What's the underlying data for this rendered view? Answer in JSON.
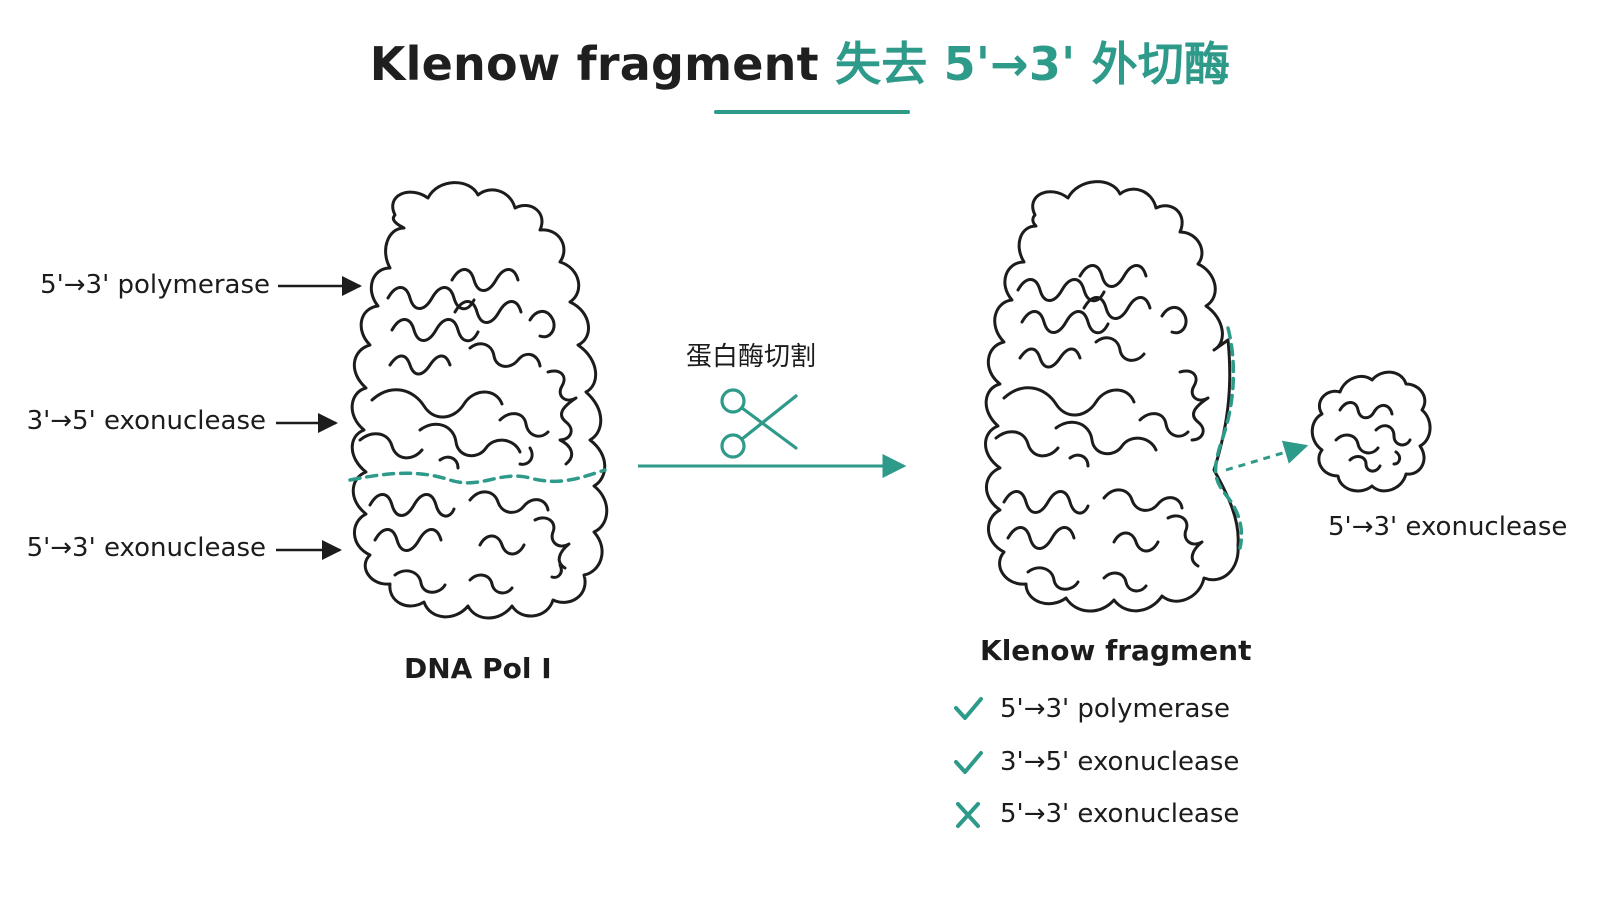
{
  "title": {
    "part1": "Klenow fragment",
    "part2": "失去 5'→3' 外切酶"
  },
  "left_protein": {
    "domains": [
      {
        "label": "5'→3' polymerase"
      },
      {
        "label": "3'→5' exonuclease"
      },
      {
        "label": "5'→3' exonuclease"
      }
    ],
    "caption": "DNA Pol I"
  },
  "process": {
    "label": "蛋白酶切割",
    "icon": "scissors-icon"
  },
  "right_protein": {
    "caption": "Klenow fragment",
    "fragment_label": "5'→3' exonuclease",
    "activities": [
      {
        "label": "5'→3' polymerase",
        "retained": true,
        "icon": "check-icon"
      },
      {
        "label": "3'→5' exonuclease",
        "retained": true,
        "icon": "check-icon"
      },
      {
        "label": "5'→3' exonuclease",
        "retained": false,
        "icon": "cross-icon"
      }
    ]
  },
  "colors": {
    "accent": "#2e9a8a",
    "ink": "#1c1c1c"
  }
}
